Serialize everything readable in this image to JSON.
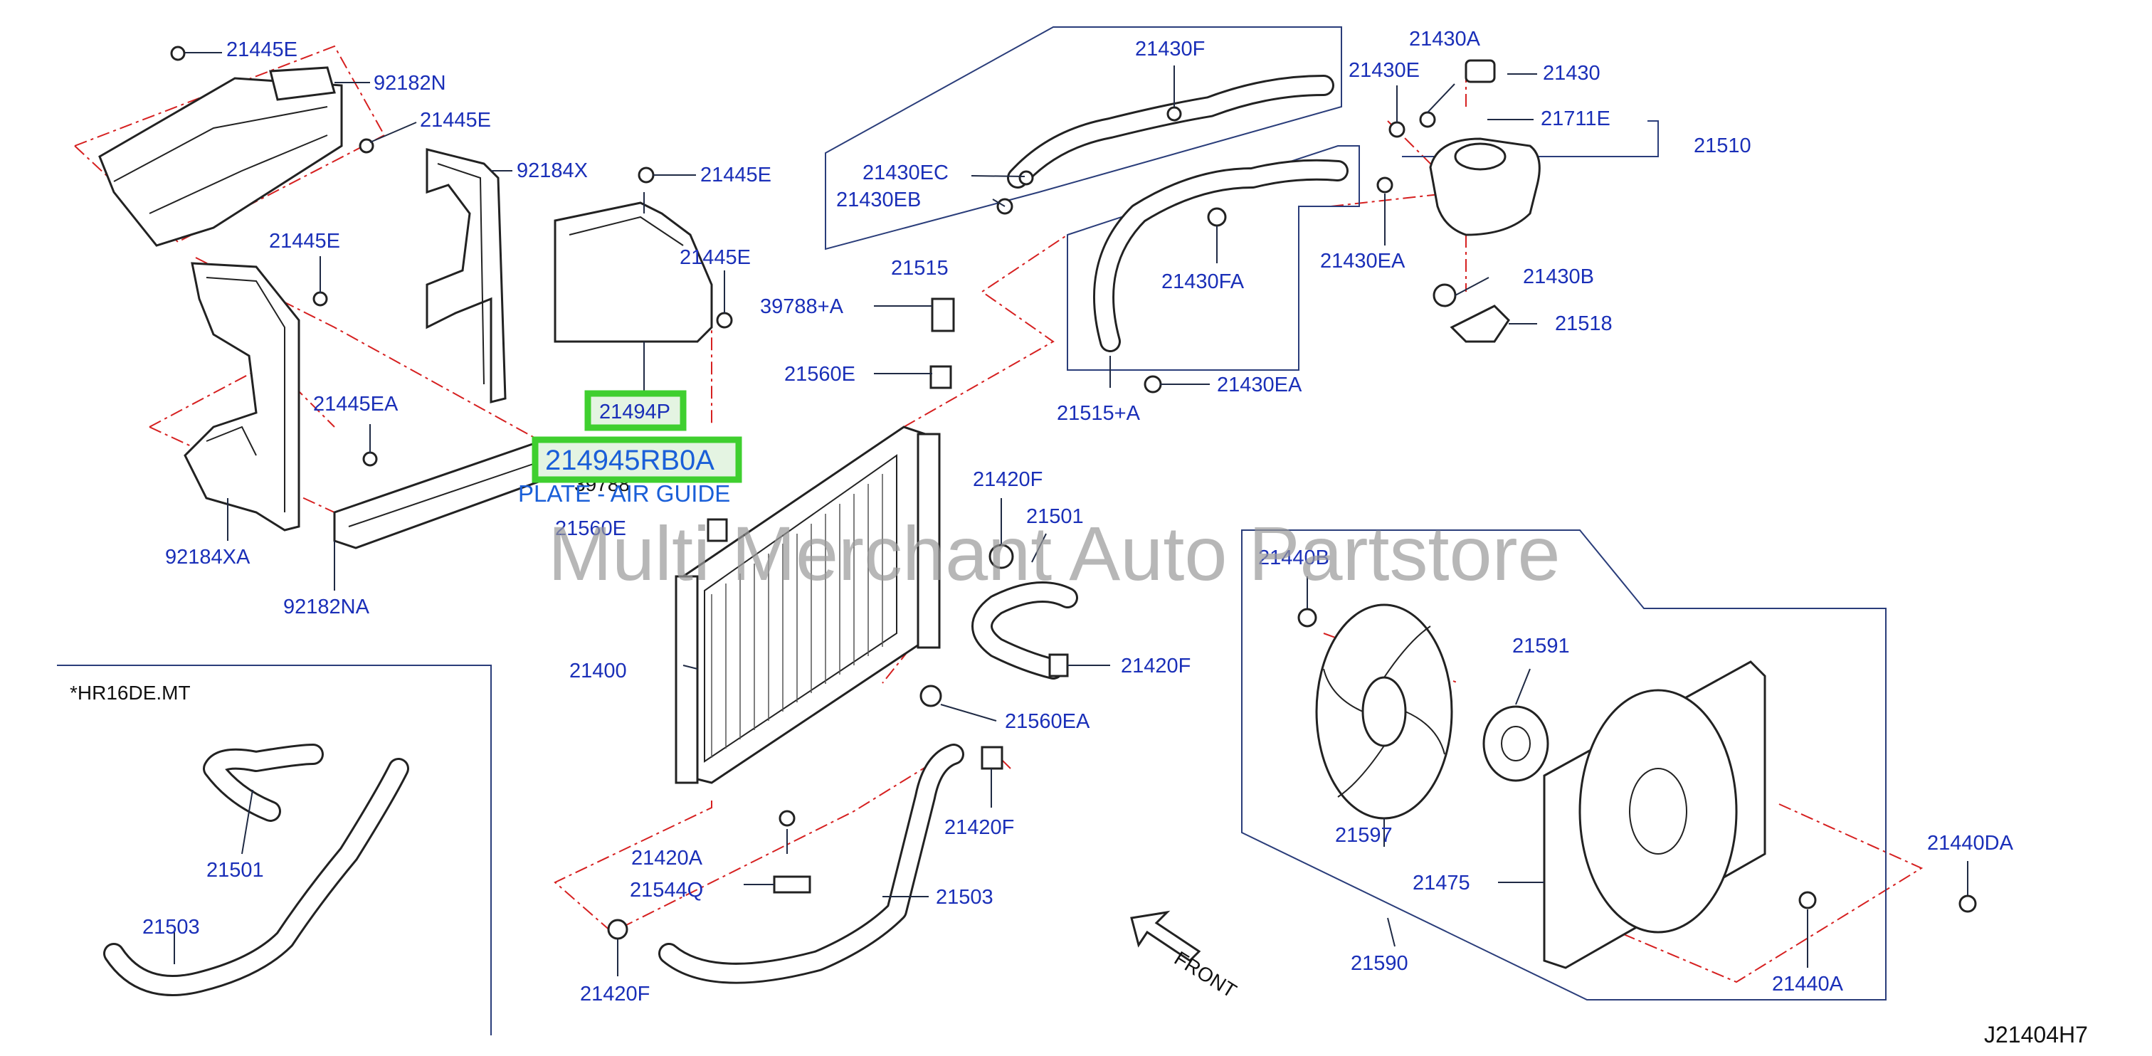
{
  "colors": {
    "label": "#1a2fb8",
    "highlight": "#3fcf2f",
    "dash_line": "#d62020",
    "watermark": "#9a9a9a"
  },
  "watermark": "Multi Merchant Auto Partstore",
  "diagram_code": "J21404H7",
  "variant_note": "*HR16DE.MT",
  "front_label": "FRONT",
  "highlight": {
    "ref_label": "21494P",
    "part_number": "214945RB0A",
    "description": "PLATE - AIR GUIDE"
  },
  "labels": [
    "21445E",
    "92182N",
    "21445E",
    "92184X",
    "21445E",
    "21445E",
    "21445E",
    "21445EA",
    "92184XA",
    "92182NA",
    "39788",
    "21560E",
    "21400",
    "39788+A",
    "21560E",
    "21515",
    "21430EC",
    "21430EB",
    "21430F",
    "21430E",
    "21430A",
    "21430",
    "21711E",
    "21510",
    "21430FA",
    "21430EA",
    "21430B",
    "21518",
    "21430EA",
    "21515+A",
    "21420F",
    "21501",
    "21420F",
    "21560EA",
    "21440B",
    "21591",
    "21597",
    "21475",
    "21590",
    "21440DA",
    "21440A",
    "21420A",
    "21544Q",
    "21503",
    "21420F",
    "21420F",
    "21501",
    "21503"
  ]
}
